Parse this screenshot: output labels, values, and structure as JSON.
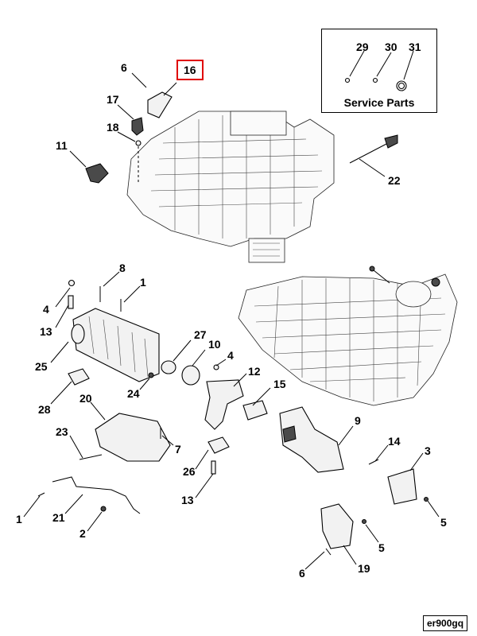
{
  "callouts": [
    {
      "id": "c6a",
      "label": "6"
    },
    {
      "id": "c16",
      "label": "16",
      "highlight": true
    },
    {
      "id": "c17",
      "label": "17"
    },
    {
      "id": "c18",
      "label": "18"
    },
    {
      "id": "c11",
      "label": "11"
    },
    {
      "id": "c22",
      "label": "22"
    },
    {
      "id": "c29",
      "label": "29"
    },
    {
      "id": "c30",
      "label": "30"
    },
    {
      "id": "c31",
      "label": "31"
    },
    {
      "id": "c8",
      "label": "8"
    },
    {
      "id": "c1a",
      "label": "1"
    },
    {
      "id": "c4a",
      "label": "4"
    },
    {
      "id": "c13a",
      "label": "13"
    },
    {
      "id": "c25",
      "label": "25"
    },
    {
      "id": "c27",
      "label": "27"
    },
    {
      "id": "c10",
      "label": "10"
    },
    {
      "id": "c4b",
      "label": "4"
    },
    {
      "id": "c12",
      "label": "12"
    },
    {
      "id": "c15",
      "label": "15"
    },
    {
      "id": "c24",
      "label": "24"
    },
    {
      "id": "c28",
      "label": "28"
    },
    {
      "id": "c20",
      "label": "20"
    },
    {
      "id": "c9",
      "label": "9"
    },
    {
      "id": "c23",
      "label": "23"
    },
    {
      "id": "c7",
      "label": "7"
    },
    {
      "id": "c14",
      "label": "14"
    },
    {
      "id": "c3",
      "label": "3"
    },
    {
      "id": "c26",
      "label": "26"
    },
    {
      "id": "c13b",
      "label": "13"
    },
    {
      "id": "c1b",
      "label": "1"
    },
    {
      "id": "c21",
      "label": "21"
    },
    {
      "id": "c2",
      "label": "2"
    },
    {
      "id": "c5a",
      "label": "5"
    },
    {
      "id": "c5b",
      "label": "5"
    },
    {
      "id": "c6b",
      "label": "6"
    },
    {
      "id": "c19",
      "label": "19"
    }
  ],
  "service_parts": {
    "title": "Service Parts"
  },
  "figure_id": "er900gq",
  "colors": {
    "highlight_border": "#e00000",
    "ink": "#000000"
  }
}
